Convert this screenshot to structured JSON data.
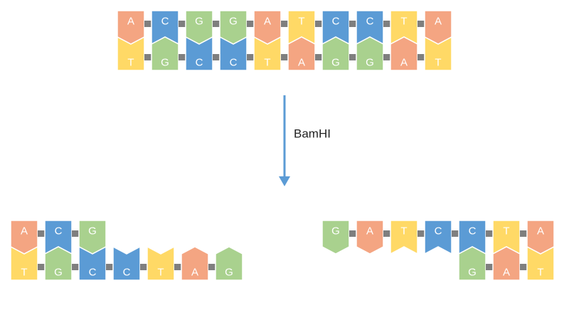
{
  "colors": {
    "A": "#f4a582",
    "C": "#5b9bd5",
    "G": "#a9d18e",
    "T": "#ffd966",
    "linker": "#7f7f7f",
    "arrow": "#5b9bd5"
  },
  "diagram": {
    "top_strand": {
      "upper": [
        "A",
        "C",
        "G",
        "G",
        "A",
        "T",
        "C",
        "C",
        "T",
        "A"
      ],
      "lower": [
        "T",
        "G",
        "C",
        "C",
        "T",
        "A",
        "G",
        "G",
        "A",
        "T"
      ]
    },
    "enzyme_label": "BamHI",
    "left_fragment": {
      "upper": [
        "A",
        "C",
        "G"
      ],
      "lower": [
        "T",
        "G",
        "C",
        "C",
        "T",
        "A",
        "G"
      ]
    },
    "right_fragment": {
      "upper": [
        "G",
        "A",
        "T",
        "C",
        "C",
        "T",
        "A"
      ],
      "lower": [
        "G",
        "A",
        "T"
      ]
    }
  }
}
